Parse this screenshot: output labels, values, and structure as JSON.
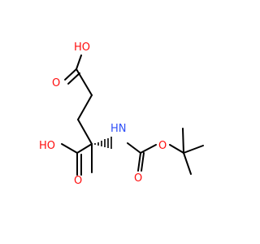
{
  "molecule": {
    "colors": {
      "bond": "#000000",
      "oxygen": "#ff0d0d",
      "nitrogen": "#3050f8",
      "background": "#ffffff"
    },
    "atoms": {
      "oh_top": "HO",
      "o_top": "O",
      "nh": "HN",
      "oh_left": "HO",
      "o_bottom": "O",
      "o_ester": "O",
      "o_carbonyl": "O"
    }
  }
}
